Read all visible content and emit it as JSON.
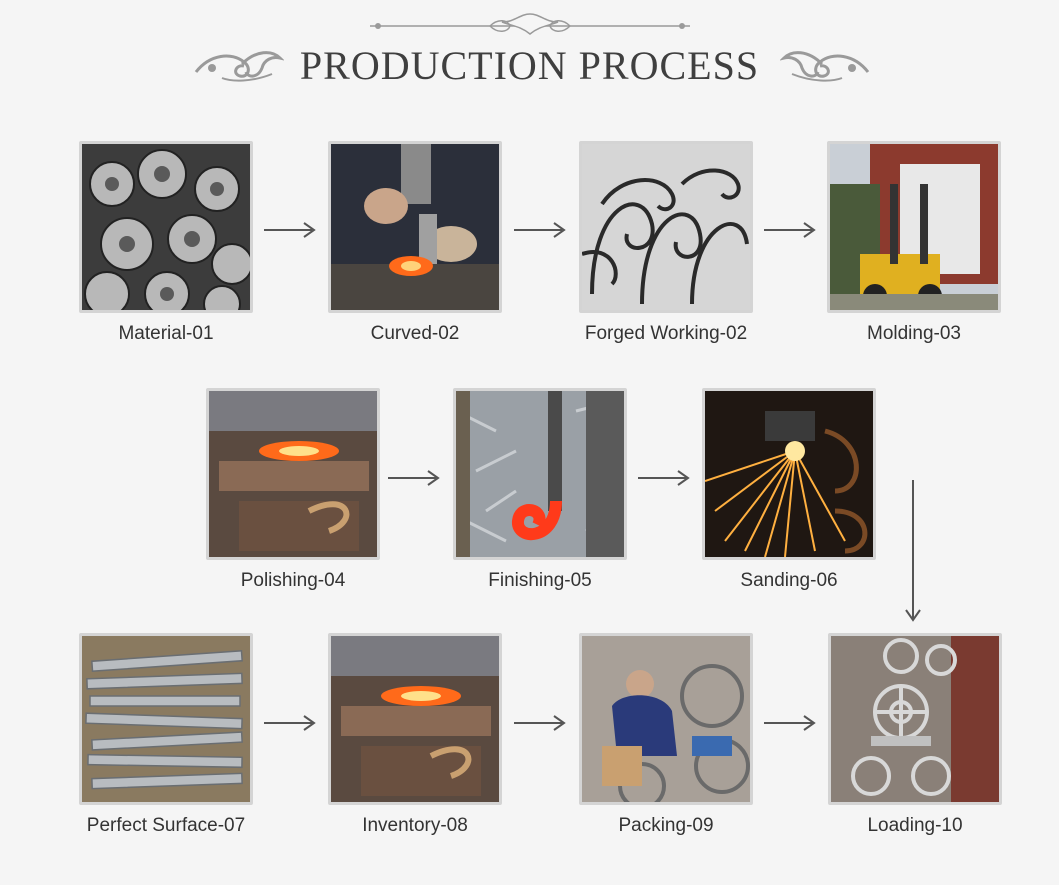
{
  "header": {
    "title": "PRODUCTION PROCESS"
  },
  "steps": [
    {
      "label": "Material-01",
      "photo": "stamped-flower-parts"
    },
    {
      "label": "Curved-02",
      "photo": "hammering-hot-iron"
    },
    {
      "label": "Forged Working-02",
      "photo": "scroll-bars"
    },
    {
      "label": "Molding-03",
      "photo": "forklift-container"
    },
    {
      "label": "Polishing-04",
      "photo": "heating-bar"
    },
    {
      "label": "Finishing-05",
      "photo": "bending-hot-scroll"
    },
    {
      "label": "Sanding-06",
      "photo": "grinding-sparks"
    },
    {
      "label": "Perfect Surface-07",
      "photo": "steel-bar-stack"
    },
    {
      "label": "Inventory-08",
      "photo": "heating-bar"
    },
    {
      "label": "Packing-09",
      "photo": "worker-packing"
    },
    {
      "label": "Loading-10",
      "photo": "finished-panels"
    }
  ],
  "colors": {
    "arrow": "#555555",
    "frame": "#d4d4d4",
    "ornament": "#9a9a9a"
  }
}
